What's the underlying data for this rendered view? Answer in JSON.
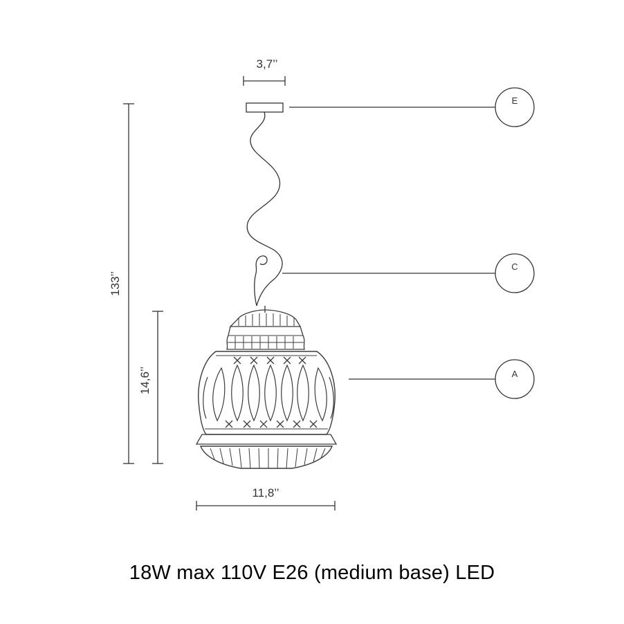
{
  "dimensions": {
    "canopy_width": "3,7’’",
    "overall_height": "133’’",
    "shade_height": "14,6’’",
    "shade_width": "11,8’’"
  },
  "callouts": [
    {
      "letter": "E",
      "part": "canopy"
    },
    {
      "letter": "C",
      "part": "hook"
    },
    {
      "letter": "A",
      "part": "shade"
    }
  ],
  "spec_line": "18W max 110V E26 (medium base) LED",
  "colors": {
    "line": "#333333",
    "text": "#000000"
  }
}
